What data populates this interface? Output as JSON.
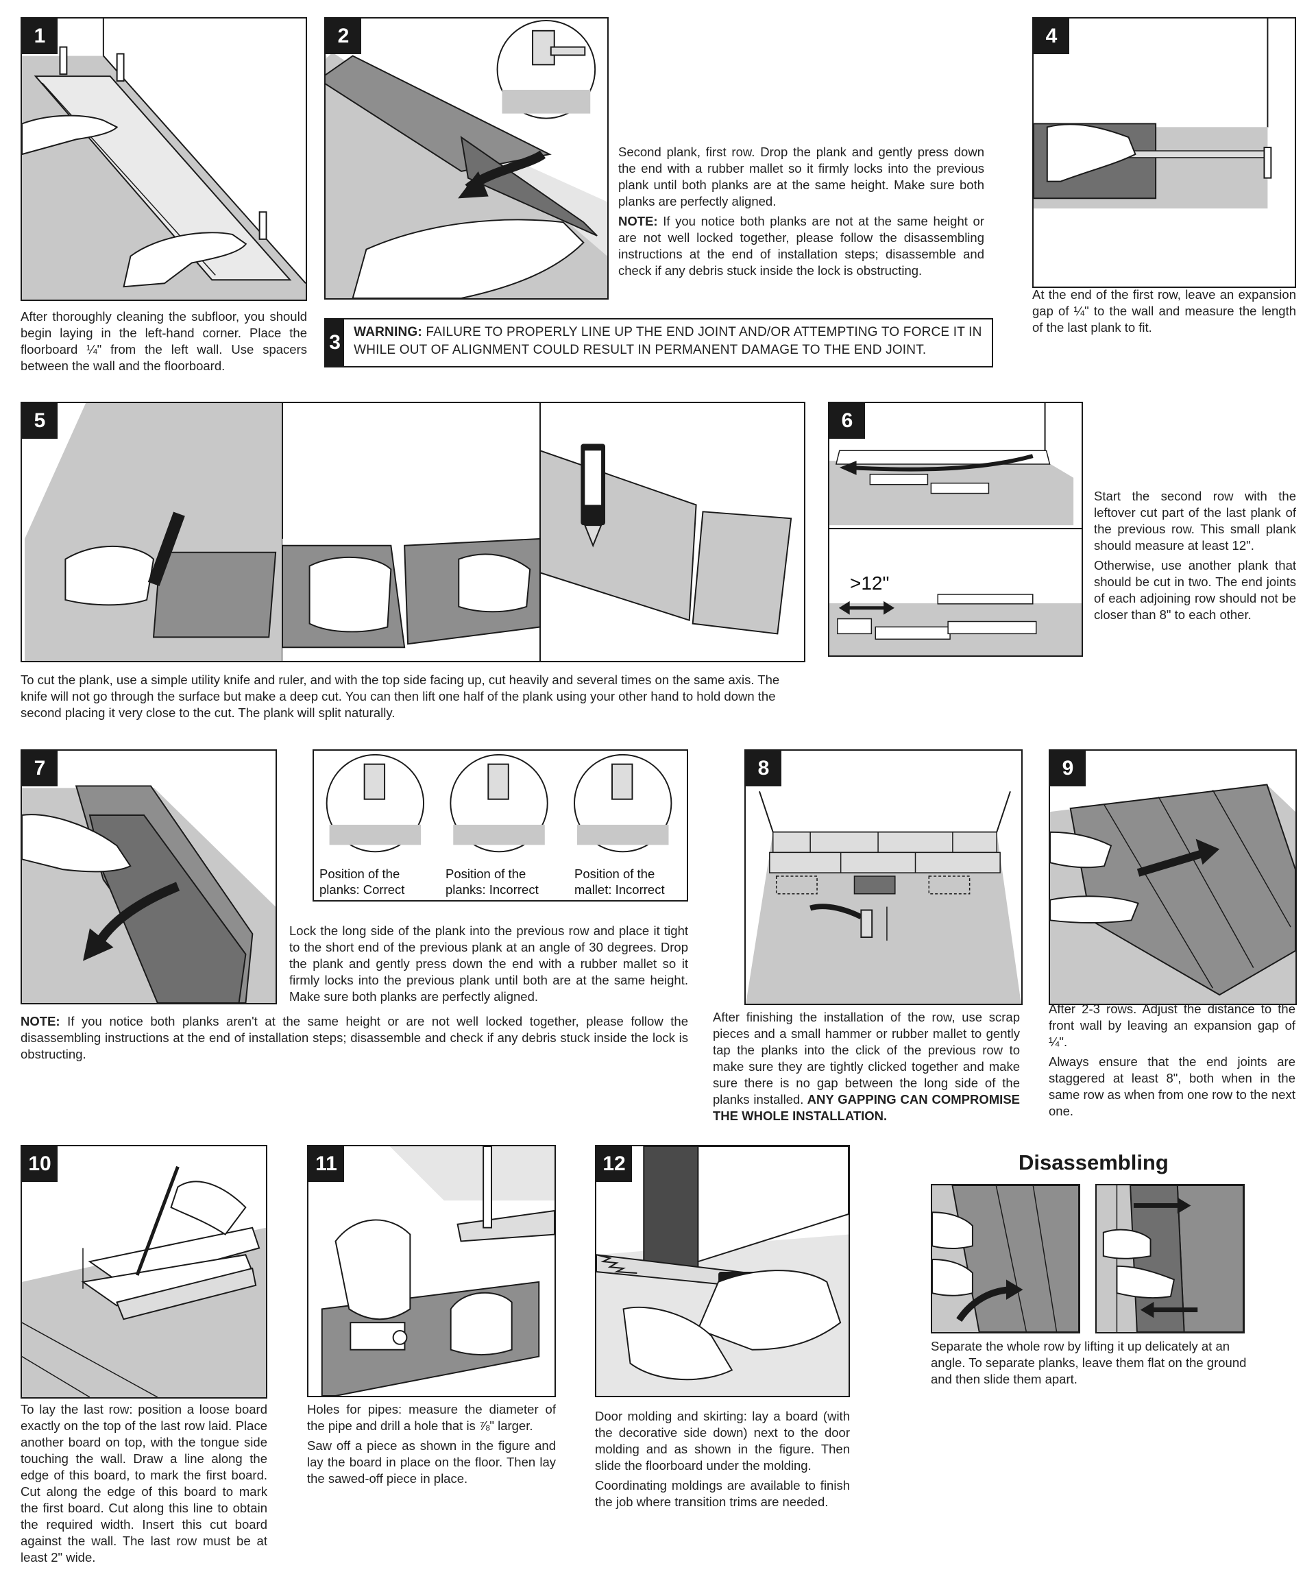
{
  "steps": {
    "s1": {
      "num": "1",
      "text": "After thoroughly cleaning the subfloor, you should begin laying in the left-hand corner. Place the floorboard ¼\" from the left wall. Use spacers between the wall and the floorboard."
    },
    "s2": {
      "num": "2",
      "text": "Second plank, first row. Drop the plank and gently press down the end with a rubber mallet so it firmly locks into the previous plank until both planks are at the same height. Make sure both planks are perfectly aligned.",
      "note_label": "NOTE:",
      "note": " If you notice both planks are not at the same height or are not well locked together, please follow the disassembling instructions at the end of installation steps; disassemble and check if any debris stuck inside the lock is obstructing."
    },
    "s3": {
      "num": "3",
      "warning_label": "WARNING:",
      "warning": " FAILURE TO PROPERLY LINE UP THE END JOINT AND/OR ATTEMPTING TO FORCE IT IN WHILE OUT OF ALIGNMENT COULD RESULT IN PERMANENT DAMAGE TO THE END JOINT."
    },
    "s4": {
      "num": "4",
      "text": "At the end of the first row, leave an expansion gap of ¼\" to the wall and measure the length of the last plank to fit."
    },
    "s5": {
      "num": "5",
      "text": "To cut the plank, use a simple utility knife and ruler, and with the top side facing up, cut heavily and several times on the same axis. The knife will not go through the surface but make a deep cut. You can then lift one half of the plank using your other hand to hold down the second placing it very close to the cut. The plank will split naturally."
    },
    "s6": {
      "num": "6",
      "label": ">12\"",
      "text1": "Start the second row with the leftover cut part of the last plank of the previous row. This small plank should measure at least 12\".",
      "text2": "Otherwise, use another plank that should be cut in two. The end joints of each adjoining row should not be closer than 8\" to each other."
    },
    "s7": {
      "num": "7",
      "cap_correct": "Position of the planks: Correct",
      "cap_incorrect1": "Position of the planks: Incorrect",
      "cap_incorrect2": "Position of the mallet: Incorrect",
      "text": "Lock the long side of the plank into the previous row and place it tight to the short end of the previous plank at an angle of 30 degrees. Drop the plank and gently press down the end with a rubber mallet so it firmly locks into the previous plank until both are at the same height. Make sure both planks are perfectly aligned.",
      "note_label": "NOTE:",
      "note": " If you notice both planks aren't at the same height or are not well locked together, please follow the disassembling instructions at the end of installation steps; disassemble and check if any debris stuck inside the lock is obstructing."
    },
    "s8": {
      "num": "8",
      "text": "After finishing the installation of the row, use scrap pieces and a small hammer or rubber mallet to gently tap the planks into the click of the previous row to make sure they are tightly clicked together and make sure there is no gap between the long side of the planks installed.",
      "bold": " ANY GAPPING CAN COMPROMISE THE WHOLE INSTALLATION."
    },
    "s9": {
      "num": "9",
      "text1": "After 2-3 rows. Adjust the distance to the front wall by leaving an expansion gap of ¼\".",
      "text2": "Always ensure that the end joints are staggered at least 8\", both when in the same row as when from one row to the next one."
    },
    "s10": {
      "num": "10",
      "text": "To lay the last row: position a loose board exactly on the top of the last row laid. Place another board on top, with the tongue side touching the wall. Draw a line along the edge of this board, to mark the first board. Cut along the edge of this board to mark the first board. Cut along this line to obtain the required width. Insert this cut board against the wall. The last row must be at least 2\" wide."
    },
    "s11": {
      "num": "11",
      "text1": "Holes for pipes: measure the diameter of the pipe and drill a hole that is ⅞\" larger.",
      "text2": "Saw off a piece as shown in the figure and lay the board in place on the floor. Then lay the sawed-off piece in place."
    },
    "s12": {
      "num": "12",
      "text1": "Door molding and skirting: lay a board (with the decorative side down) next to the door molding and as shown in the figure. Then slide the floorboard under the molding.",
      "text2": "Coordinating moldings are available to finish the job where transition trims are needed."
    },
    "dis": {
      "title": "Disassembling",
      "text": "Separate the whole row by lifting it up delicately at an angle. To separate planks, leave them flat on the ground and then slide them apart."
    }
  },
  "colors": {
    "ink": "#1a1a1a",
    "floor": "#c8c8c8",
    "plank": "#8e8e8e",
    "plank_dark": "#6f6f6f"
  }
}
